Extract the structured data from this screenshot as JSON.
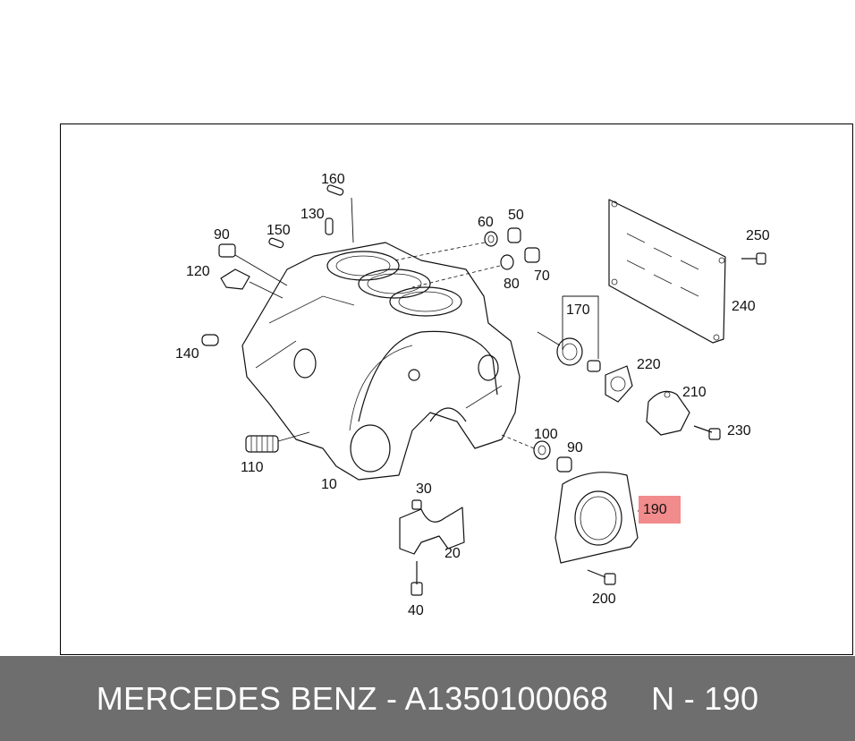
{
  "diagram": {
    "labels": [
      {
        "id": "160",
        "text": "160"
      },
      {
        "id": "130",
        "text": "130"
      },
      {
        "id": "150",
        "text": "150"
      },
      {
        "id": "90a",
        "text": "90"
      },
      {
        "id": "120",
        "text": "120"
      },
      {
        "id": "140",
        "text": "140"
      },
      {
        "id": "110",
        "text": "110"
      },
      {
        "id": "10",
        "text": "10"
      },
      {
        "id": "60",
        "text": "60"
      },
      {
        "id": "50",
        "text": "50"
      },
      {
        "id": "70",
        "text": "70"
      },
      {
        "id": "80",
        "text": "80"
      },
      {
        "id": "170",
        "text": "170"
      },
      {
        "id": "220",
        "text": "220"
      },
      {
        "id": "210",
        "text": "210"
      },
      {
        "id": "230",
        "text": "230"
      },
      {
        "id": "250",
        "text": "250"
      },
      {
        "id": "240",
        "text": "240"
      },
      {
        "id": "100",
        "text": "100"
      },
      {
        "id": "90b",
        "text": "90"
      },
      {
        "id": "190",
        "text": "190"
      },
      {
        "id": "200",
        "text": "200"
      },
      {
        "id": "30",
        "text": "30"
      },
      {
        "id": "20",
        "text": "20"
      },
      {
        "id": "40",
        "text": "40"
      }
    ],
    "highlight_color": "#f28b8b"
  },
  "footer": {
    "brand": "MERCEDES BENZ - A1350100068",
    "position": "N - 190"
  }
}
